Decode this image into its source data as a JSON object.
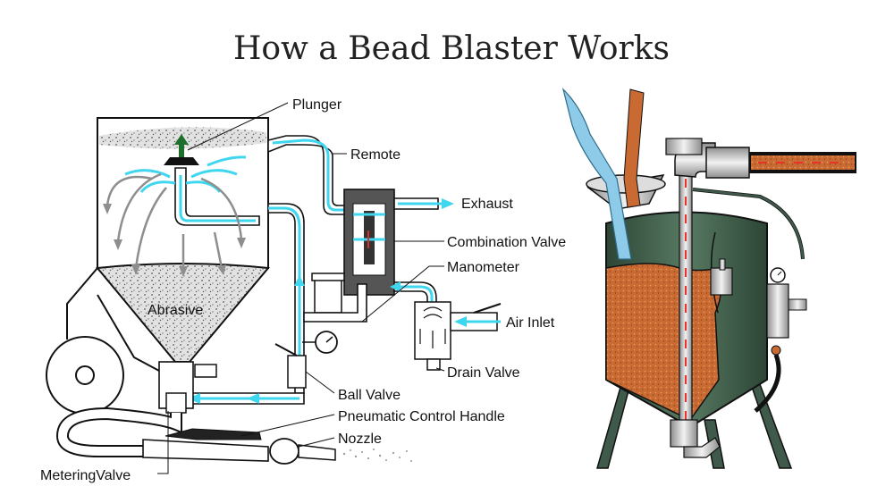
{
  "title": "How a Bead Blaster Works",
  "labels": {
    "plunger": "Plunger",
    "remote": "Remote",
    "exhaust": "Exhaust",
    "combination_valve": "Combination Valve",
    "manometer": "Manometer",
    "air_inlet": "Air Inlet",
    "drain_valve": "Drain Valve",
    "ball_valve": "Ball Valve",
    "pneumatic_control_handle": "Pneumatic Control Handle",
    "nozzle": "Nozzle",
    "metering_valve": "MeteringValve",
    "abrasive": "Abrasive"
  },
  "colors": {
    "air_flow": "#3fd6ef",
    "abrasive_fill": "#c96a33",
    "machine_body": "#3f5a4a",
    "gravel": "#c9c9c9"
  }
}
